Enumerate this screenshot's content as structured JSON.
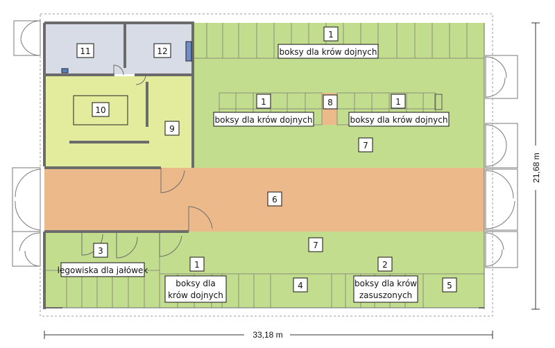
{
  "colors": {
    "green": "#c2dd8e",
    "light_green": "#e3ec9c",
    "gray": "#d8dce6",
    "orange": "#ebb98a",
    "wall": "#6b6b6b",
    "stall_line": "#8a8f7a"
  },
  "rooms": {
    "r1_top": "1",
    "r1_mid_left": "1",
    "r1_mid_right": "1",
    "r1_bottom": "1",
    "r2": "2",
    "r3": "3",
    "r4": "4",
    "r5": "5",
    "r6": "6",
    "r7_top": "7",
    "r7_bottom": "7",
    "r8": "8",
    "r9": "9",
    "r10": "10",
    "r11": "11",
    "r12": "12"
  },
  "labels": {
    "top_stalls": "boksy dla krów dojnych",
    "mid_left_stalls": "boksy dla krów dojnych",
    "mid_right_stalls": "boksy dla krów dojnych",
    "bottom_stalls_line1": "boksy dla",
    "bottom_stalls_line2": "krów dojnych",
    "dry_cows_line1": "boksy dla krów",
    "dry_cows_line2": "zasuszonych",
    "heifers": "legowiska dla jałówek"
  },
  "dimensions": {
    "width": "33,18 m",
    "height": "21,68 m"
  }
}
